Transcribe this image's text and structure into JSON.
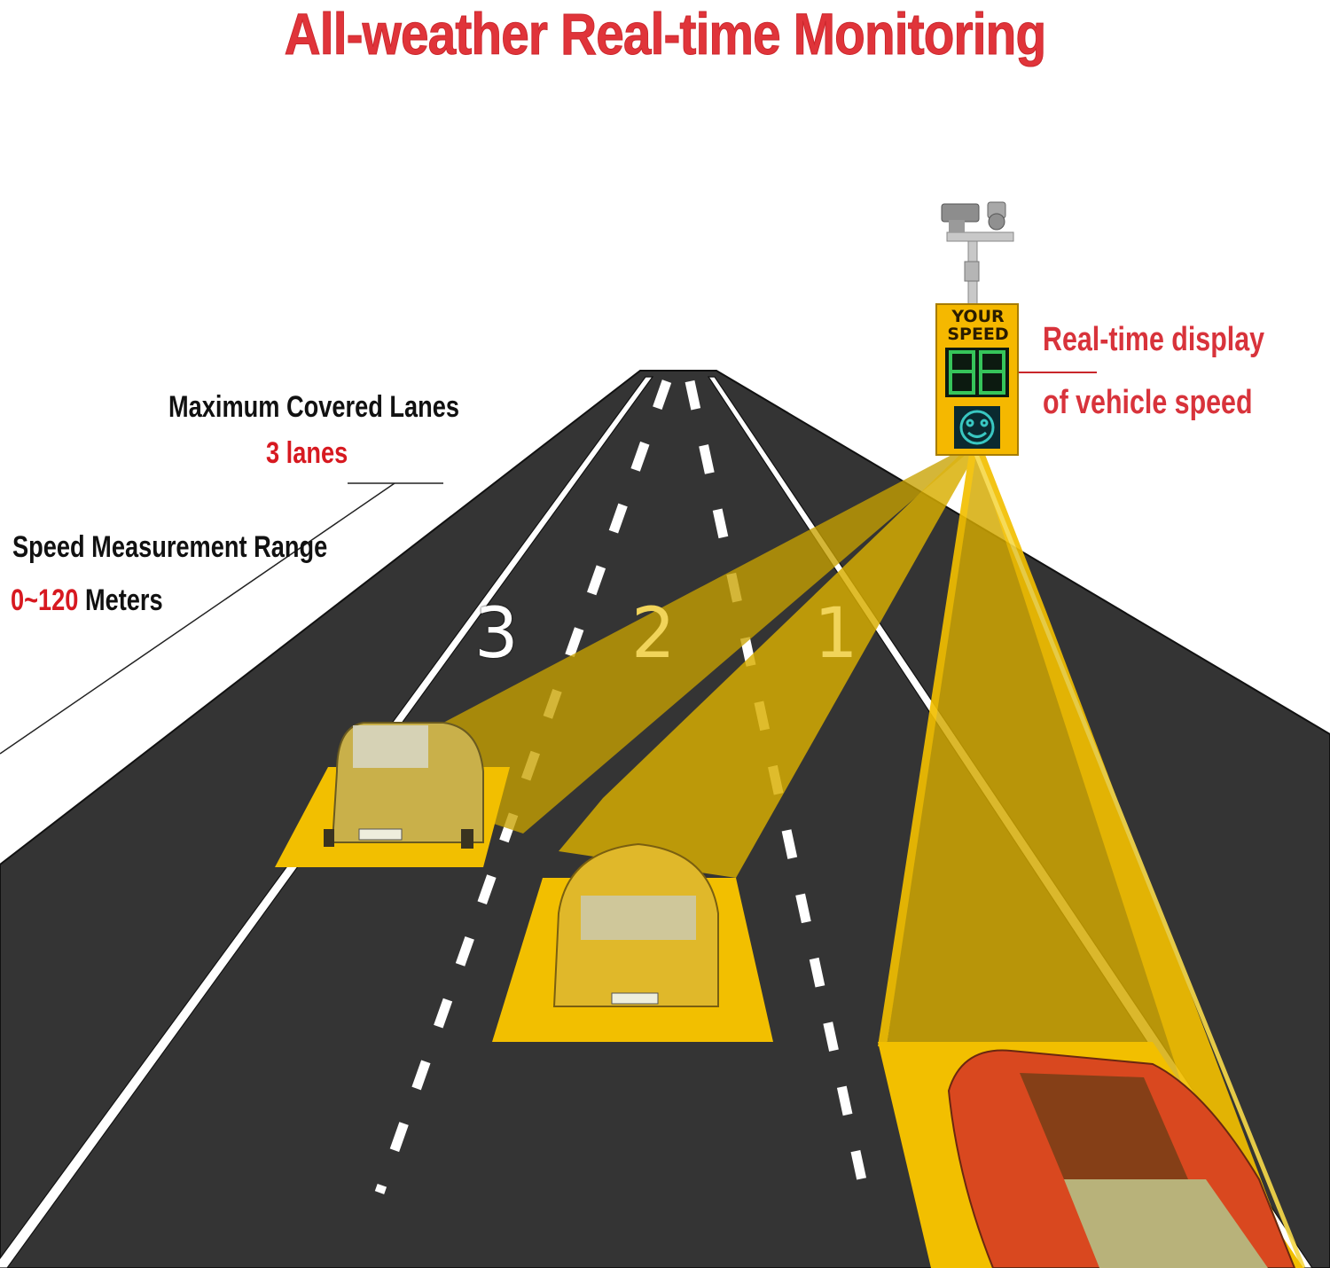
{
  "title": "All-weather Real-time Monitoring",
  "annotations": {
    "lanes": {
      "title": "Maximum Covered Lanes",
      "value": "3 lanes"
    },
    "range": {
      "title": "Speed Measurement Range",
      "value_number": "0~120",
      "value_unit": " Meters"
    },
    "display": {
      "line1": "Real-time display",
      "line2": "of vehicle speed"
    }
  },
  "sign": {
    "line1": "YOUR",
    "line2": "SPEED",
    "digits": "88",
    "face": "smiley-icon"
  },
  "lanes": [
    {
      "number": "3"
    },
    {
      "number": "2"
    },
    {
      "number": "1"
    }
  ],
  "vehicles": [
    {
      "lane": "3",
      "color": "#c9b04a",
      "type": "hatchback"
    },
    {
      "lane": "2",
      "color": "#e0b82a",
      "type": "sedan"
    },
    {
      "lane": "1",
      "color": "#d9481f",
      "type": "hatchback"
    }
  ],
  "colors": {
    "title_red": "#e0343a",
    "accent_red": "#d71920",
    "road": "#343434",
    "beam_yellow": "#f2bf00",
    "beam_dark": "#c9a200",
    "lane_white": "#ffffff",
    "sign_yellow": "#f5b800",
    "digit_green": "#36c45a"
  }
}
